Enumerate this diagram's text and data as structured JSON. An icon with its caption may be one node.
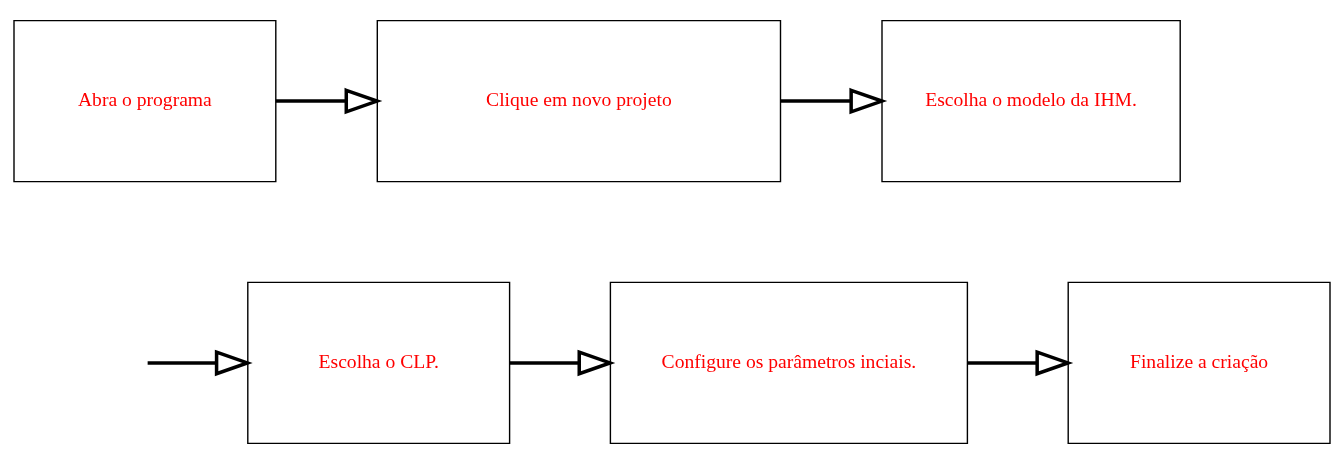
{
  "diagram": {
    "nodes": [
      {
        "text": [
          "Abra o programa"
        ]
      },
      {
        "text": [
          "Clique em novo projeto"
        ]
      },
      {
        "text": [
          "Escolha o modelo da IHM."
        ]
      },
      {
        "text": [
          "Escolha o CLP."
        ]
      },
      {
        "text": [
          "Configure os parâmetros inciais."
        ]
      },
      {
        "text": [
          "Finalize a criação"
        ]
      }
    ],
    "edges": [
      {
        "from": 0,
        "to": 1,
        "arrow": "to"
      },
      {
        "from": 1,
        "to": 2,
        "arrow": "to"
      },
      {
        "from": null,
        "to": 3,
        "arrow": "to"
      },
      {
        "from": 3,
        "to": 4,
        "arrow": "to"
      },
      {
        "from": 4,
        "to": 5,
        "arrow": "to"
      }
    ]
  }
}
